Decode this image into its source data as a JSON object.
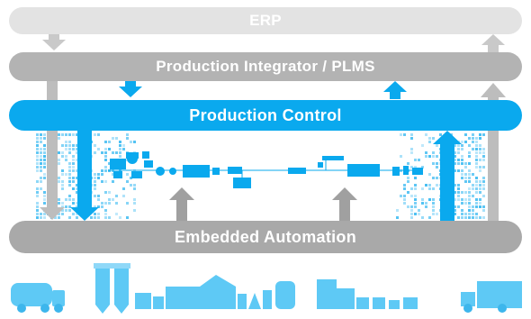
{
  "layers": {
    "erp": "ERP",
    "plms": "Production Integrator / PLMS",
    "production_control": "Production Control",
    "embedded_automation": "Embedded Automation"
  },
  "colors": {
    "erp_bar": "#e3e3e3",
    "plms_bar": "#b3b3b3",
    "production_control_bar": "#0aa9ee",
    "embedded_bar": "#a9a9a9",
    "gray_arrow": "#bdbdbd",
    "dark_gray_arrow": "#a0a0a0",
    "blue_arrow": "#0aa9ee",
    "equipment": "#5ec9f5"
  }
}
